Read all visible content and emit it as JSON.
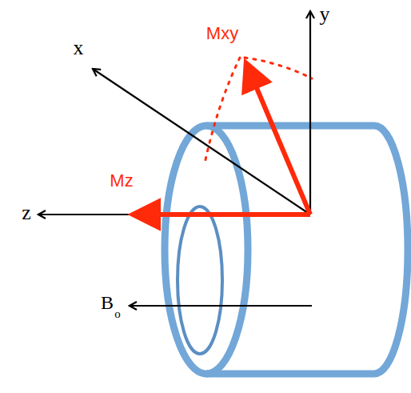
{
  "diagram": {
    "labels": [
      "x",
      "Mxy",
      "y",
      "Mz",
      "z",
      "B",
      "o"
    ]
  }
}
